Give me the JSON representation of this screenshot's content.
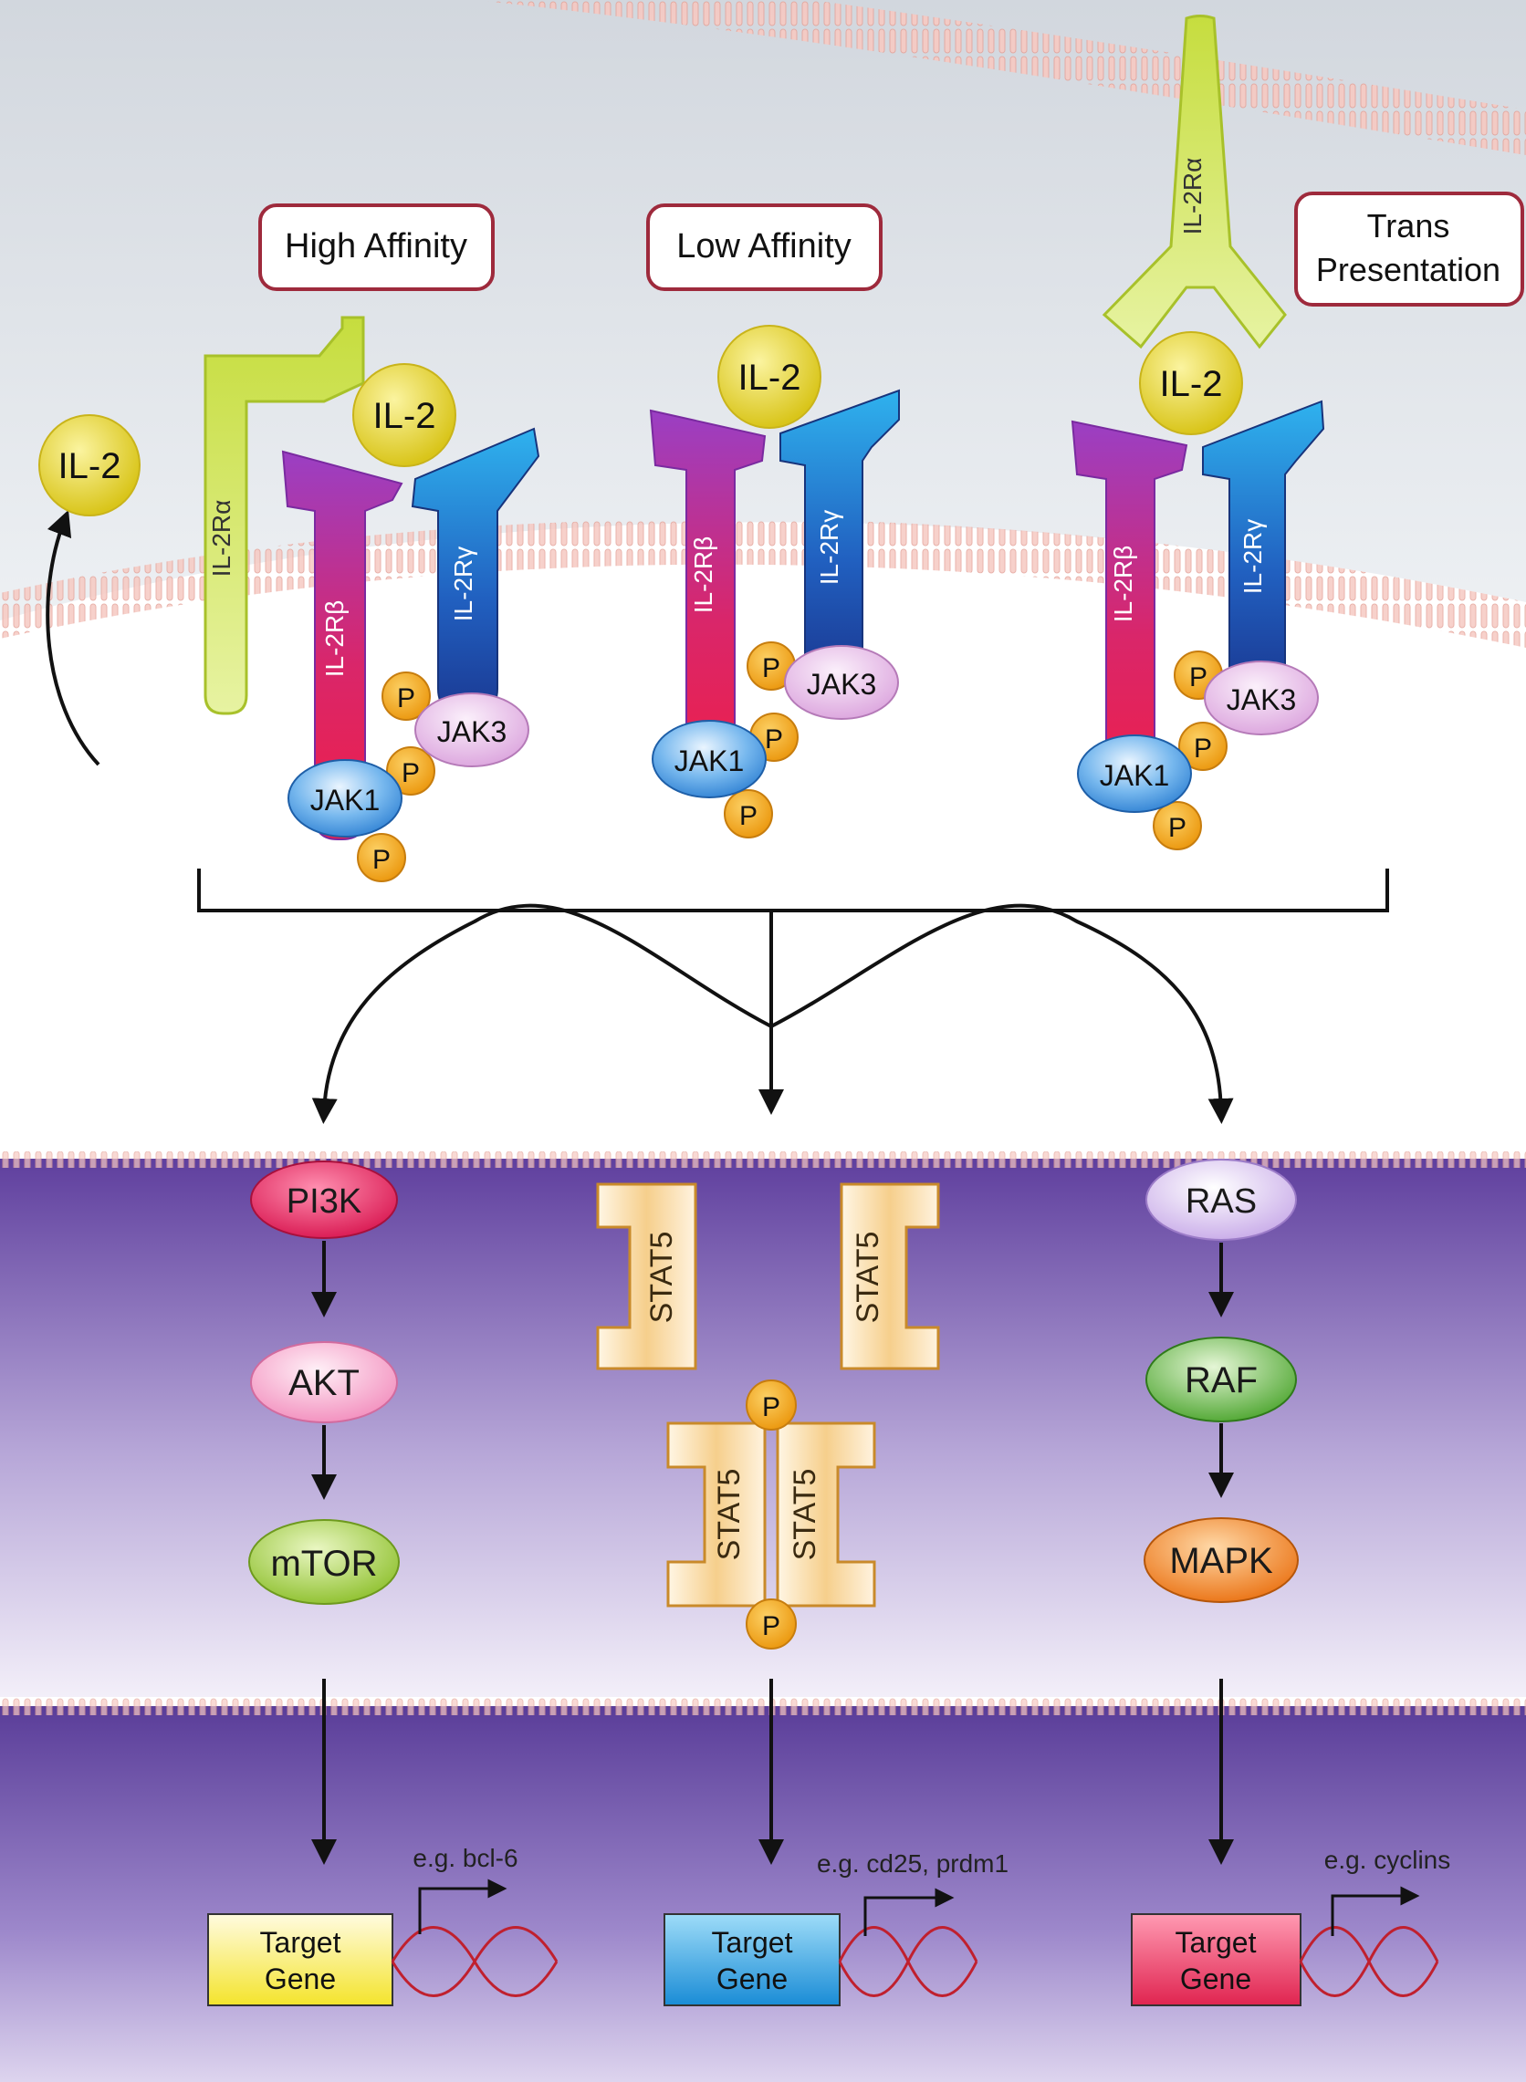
{
  "labels": {
    "high_affinity": "High Affinity",
    "low_affinity": "Low Affinity",
    "trans_line1": "Trans",
    "trans_line2": "Presentation",
    "il2": "IL-2",
    "il2ra": "IL-2Rα",
    "il2rb": "IL-2Rβ",
    "il2rg": "IL-2Rγ",
    "jak1": "JAK1",
    "jak3": "JAK3",
    "p": "P",
    "pi3k": "PI3K",
    "akt": "AKT",
    "mtor": "mTOR",
    "stat": "STAT5",
    "ras": "RAS",
    "raf": "RAF",
    "mapk": "MAPK",
    "target_line1": "Target",
    "target_line2": "Gene",
    "eg_left": "e.g. bcl-6",
    "eg_mid": "e.g. cd25, prdm1",
    "eg_right": "e.g. cyclins"
  },
  "colors": {
    "il2": "#e6d320",
    "il2ra": "#c9e04a",
    "il2rb_top": "#a33bc2",
    "il2rb_bottom": "#e51c5a",
    "il2rg_top": "#29aae6",
    "il2rg_bottom": "#1d3f9e",
    "jak1": "#3a8fd8",
    "jak3": "#e7b4e6",
    "phospho": "#f3a41a",
    "label_border": "#9e2a3c",
    "pi3k": "#e0245e",
    "akt": "#f59ac1",
    "mtor": "#9cc93a",
    "ras": "#d8c0ee",
    "raf": "#5ab43c",
    "mapk": "#f0841e",
    "stat": "#f2bd6e",
    "target_yellow": "#f7ec3a",
    "target_blue": "#27a3e0",
    "target_red": "#e8345c",
    "dna": "#c0202e",
    "cytoplasm": "#6a4fa8",
    "nucleus": "#5d3f9a"
  }
}
